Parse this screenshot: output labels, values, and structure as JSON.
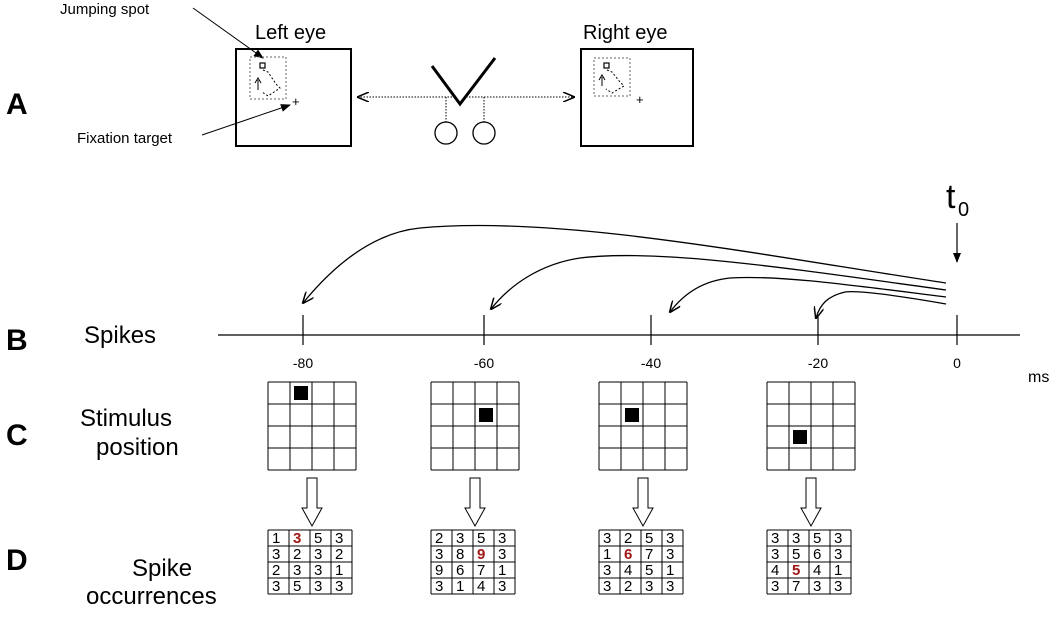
{
  "panels": {
    "a": "A",
    "b": "B",
    "c": "C",
    "d": "D"
  },
  "panel_a": {
    "jumping_spot": "Jumping spot",
    "fixation_target": "Fixation target",
    "left_eye": "Left eye",
    "right_eye": "Right eye"
  },
  "t0": {
    "base": "t",
    "sub": "0"
  },
  "row_labels": {
    "spikes": "Spikes",
    "stimulus_line1": "Stimulus",
    "stimulus_line2": "position",
    "occurrences_line1": "Spike",
    "occurrences_line2": "occurrences"
  },
  "axis": {
    "unit": "ms",
    "ticks": [
      "-80",
      "-60",
      "-40",
      "-20",
      "0"
    ]
  },
  "colors": {
    "highlight": "#a01818"
  },
  "stimulus_grids": [
    {
      "row": 0,
      "col": 1
    },
    {
      "row": 1,
      "col": 2
    },
    {
      "row": 1,
      "col": 1
    },
    {
      "row": 2,
      "col": 1
    }
  ],
  "count_grids": [
    {
      "cells": [
        [
          "1",
          "3",
          "5",
          "3"
        ],
        [
          "3",
          "2",
          "3",
          "2"
        ],
        [
          "2",
          "3",
          "3",
          "1"
        ],
        [
          "3",
          "5",
          "3",
          "3"
        ]
      ],
      "highlight": [
        0,
        1
      ]
    },
    {
      "cells": [
        [
          "2",
          "3",
          "5",
          "3"
        ],
        [
          "3",
          "8",
          "9",
          "3"
        ],
        [
          "9",
          "6",
          "7",
          "1"
        ],
        [
          "3",
          "1",
          "4",
          "3"
        ]
      ],
      "highlight": [
        1,
        2
      ]
    },
    {
      "cells": [
        [
          "3",
          "2",
          "5",
          "3"
        ],
        [
          "1",
          "6",
          "7",
          "3"
        ],
        [
          "3",
          "4",
          "5",
          "1"
        ],
        [
          "3",
          "2",
          "3",
          "3"
        ]
      ],
      "highlight": [
        1,
        1
      ]
    },
    {
      "cells": [
        [
          "3",
          "3",
          "5",
          "3"
        ],
        [
          "3",
          "5",
          "6",
          "3"
        ],
        [
          "4",
          "5",
          "4",
          "1"
        ],
        [
          "3",
          "7",
          "3",
          "3"
        ]
      ],
      "highlight": [
        2,
        1
      ]
    }
  ]
}
